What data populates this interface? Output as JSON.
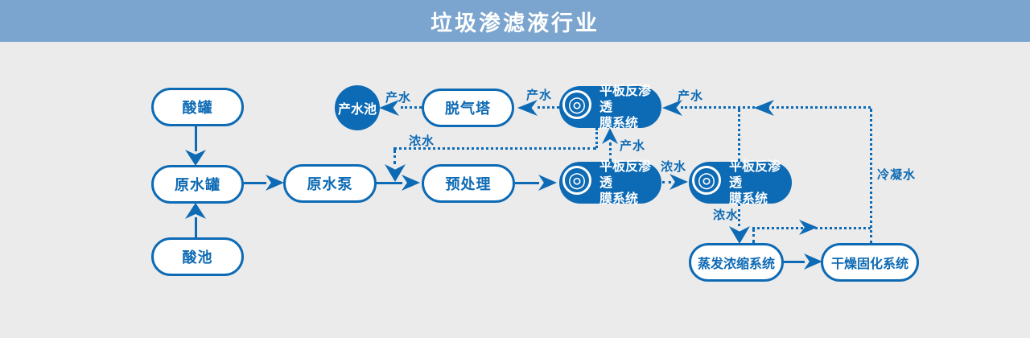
{
  "title": "垃圾渗滤液行业",
  "colors": {
    "banner": "#7ba5ce",
    "primary": "#0d6ab4",
    "background": "#ebebeb",
    "filled_node_text": "#ffffff"
  },
  "icons": {
    "ro_membrane": "◎"
  },
  "nodes": {
    "acid_tank": "酸罐",
    "raw_water_tank": "原水罐",
    "acid_pool": "酸池",
    "raw_water_pump": "原水泵",
    "pretreatment": "预处理",
    "degassing_tower": "脱气塔",
    "product_water_pool": "产水池",
    "ro_system": {
      "full": "平板反渗透膜系统",
      "line1": "平板反渗透",
      "line2": "膜系统"
    },
    "evaporation_system": "蒸发浓缩系统",
    "drying_system": "干燥固化系统"
  },
  "flow_labels": {
    "product_water": "产水",
    "concentrate": "浓水",
    "condensate": "冷凝水"
  },
  "edges": [
    {
      "from": "酸罐",
      "to": "原水罐",
      "style": "solid"
    },
    {
      "from": "酸池",
      "to": "原水罐",
      "style": "solid"
    },
    {
      "from": "原水罐",
      "to": "原水泵",
      "style": "solid"
    },
    {
      "from": "原水泵",
      "to": "预处理",
      "style": "solid"
    },
    {
      "from": "预处理",
      "to": "平板反渗透膜系统(中)",
      "style": "solid"
    },
    {
      "from": "平板反渗透膜系统(中)",
      "to": "平板反渗透膜系统(上)",
      "label": "产水",
      "style": "dotted"
    },
    {
      "from": "平板反渗透膜系统(中)",
      "to": "平板反渗透膜系统(右)",
      "label": "浓水",
      "style": "dotted"
    },
    {
      "from": "平板反渗透膜系统(上)",
      "to": "脱气塔",
      "label": "产水",
      "style": "dotted"
    },
    {
      "from": "脱气塔",
      "to": "产水池",
      "label": "产水",
      "style": "dotted"
    },
    {
      "from": "平板反渗透膜系统(上)",
      "to": "原水泵-预处理管线",
      "label": "浓水",
      "style": "dotted"
    },
    {
      "from": "平板反渗透膜系统(右)",
      "to": "平板反渗透膜系统(上)",
      "label": "产水",
      "style": "dotted"
    },
    {
      "from": "平板反渗透膜系统(右)",
      "to": "蒸发浓缩系统",
      "label": "浓水",
      "style": "dotted"
    },
    {
      "from": "蒸发浓缩系统",
      "to": "干燥固化系统",
      "style": "solid"
    },
    {
      "from": "蒸发浓缩系统",
      "to": "平板反渗透膜系统(上)",
      "label": "冷凝水",
      "style": "dotted"
    }
  ]
}
